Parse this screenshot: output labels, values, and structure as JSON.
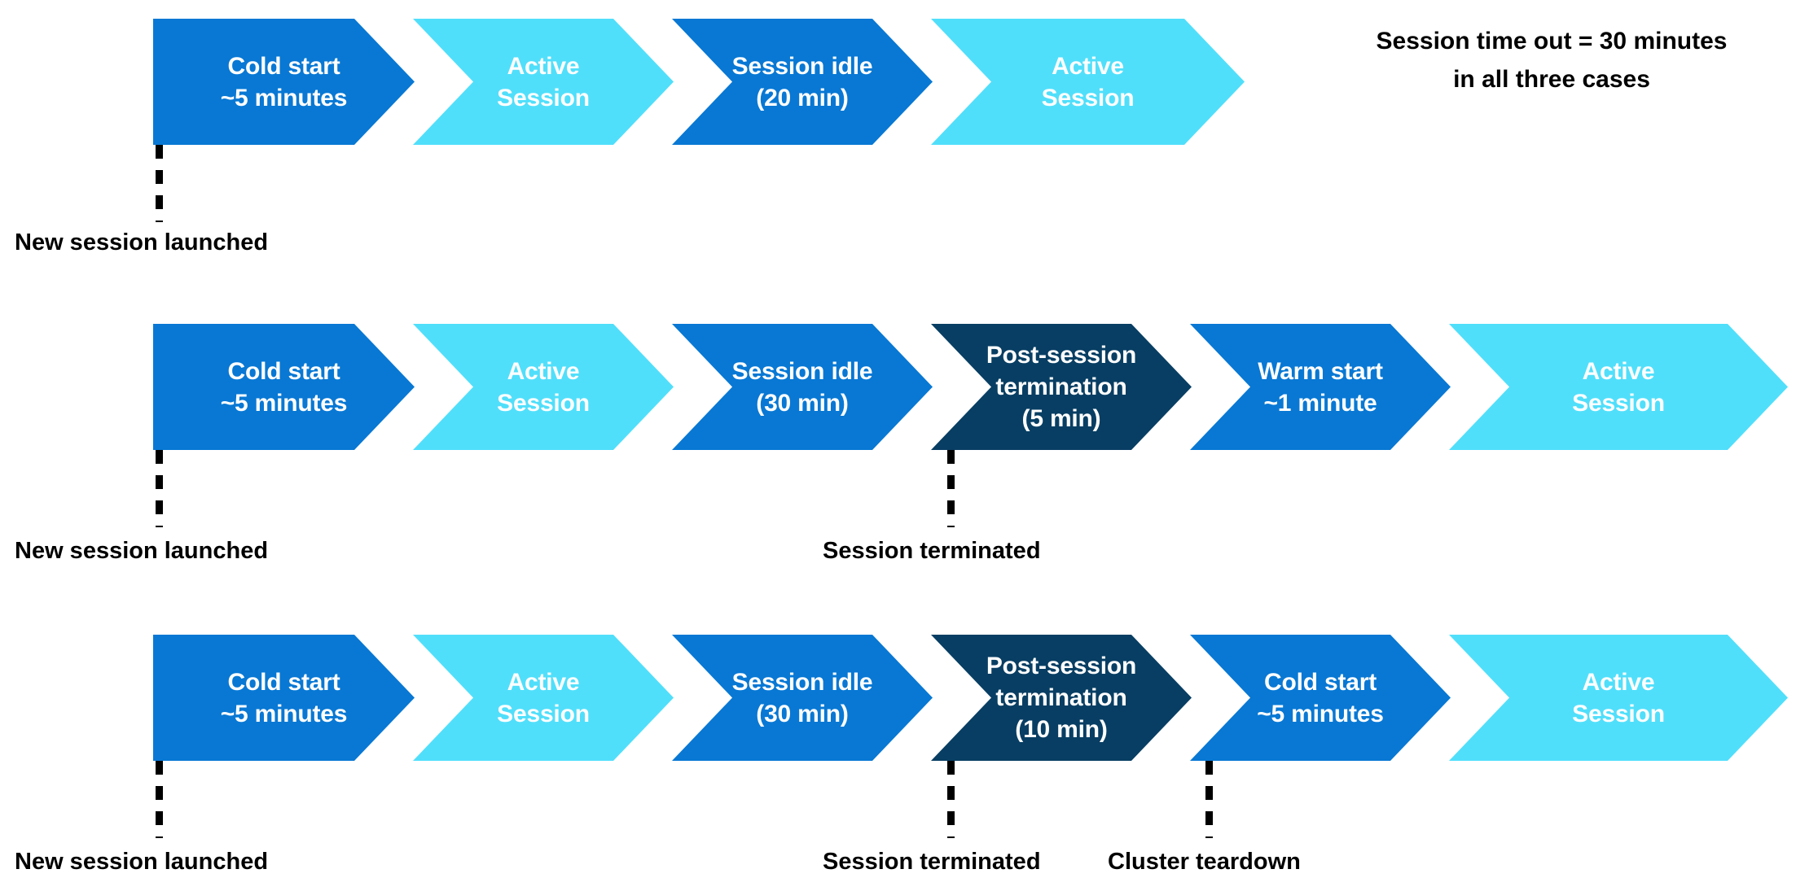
{
  "diagram": {
    "title_note": {
      "line1": "Session time out = 30 minutes",
      "line2": "in all three cases"
    },
    "colors": {
      "blue": "#0878D4",
      "cyan": "#50DFFB",
      "navy": "#083E63",
      "text_on_fill": "#FFFFFF",
      "label_text": "#000000",
      "background": "#FFFFFF"
    },
    "rows": [
      {
        "id": "scenario-1",
        "blocks": [
          {
            "line1": "Cold start",
            "line2": "~5 minutes",
            "color": "blue"
          },
          {
            "line1": "Active",
            "line2": "Session",
            "color": "cyan"
          },
          {
            "line1": "Session idle",
            "line2": "(20 min)",
            "color": "blue"
          },
          {
            "line1": "Active",
            "line2": "Session",
            "color": "cyan"
          }
        ],
        "markers": [
          {
            "label": "New session launched"
          }
        ]
      },
      {
        "id": "scenario-2",
        "blocks": [
          {
            "line1": "Cold start",
            "line2": "~5 minutes",
            "color": "blue"
          },
          {
            "line1": "Active",
            "line2": "Session",
            "color": "cyan"
          },
          {
            "line1": "Session idle",
            "line2": "(30 min)",
            "color": "blue"
          },
          {
            "line1": "Post-session",
            "line2": "termination",
            "line3": "(5 min)",
            "color": "navy"
          },
          {
            "line1": "Warm start",
            "line2": "~1 minute",
            "color": "blue"
          },
          {
            "line1": "Active",
            "line2": "Session",
            "color": "cyan"
          }
        ],
        "markers": [
          {
            "label": "New session launched"
          },
          {
            "label": "Session terminated"
          }
        ]
      },
      {
        "id": "scenario-3",
        "blocks": [
          {
            "line1": "Cold start",
            "line2": "~5 minutes",
            "color": "blue"
          },
          {
            "line1": "Active",
            "line2": "Session",
            "color": "cyan"
          },
          {
            "line1": "Session idle",
            "line2": "(30 min)",
            "color": "blue"
          },
          {
            "line1": "Post-session",
            "line2": "termination",
            "line3": "(10 min)",
            "color": "navy"
          },
          {
            "line1": "Cold start",
            "line2": "~5 minutes",
            "color": "blue"
          },
          {
            "line1": "Active",
            "line2": "Session",
            "color": "cyan"
          }
        ],
        "markers": [
          {
            "label": "New session launched"
          },
          {
            "label": "Session terminated"
          },
          {
            "label": "Cluster teardown"
          }
        ]
      }
    ]
  }
}
